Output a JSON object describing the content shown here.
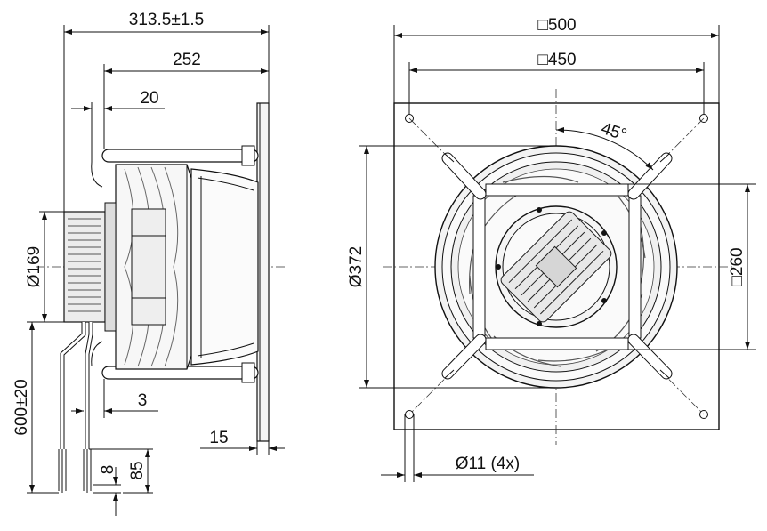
{
  "dimensions": {
    "side_overall_length": "313.5±1.5",
    "side_depth": "252",
    "side_offset": "20",
    "side_motor_diameter": "Ø169",
    "side_cable_length": "600±20",
    "side_plate_gap": "3",
    "side_plate_thickness": "15",
    "side_cable_strip": "8",
    "side_cable_end": "85",
    "front_plate_size": "□500",
    "front_hole_spacing": "□450",
    "front_nozzle_diameter": "Ø372",
    "front_strut_square": "□260",
    "front_hole_diameter": "Ø11 (4x)",
    "front_angle": "45°"
  },
  "colors": {
    "line": "#111111",
    "fill_light": "#f2f2f2",
    "fill_mid": "#d9d9d9"
  }
}
